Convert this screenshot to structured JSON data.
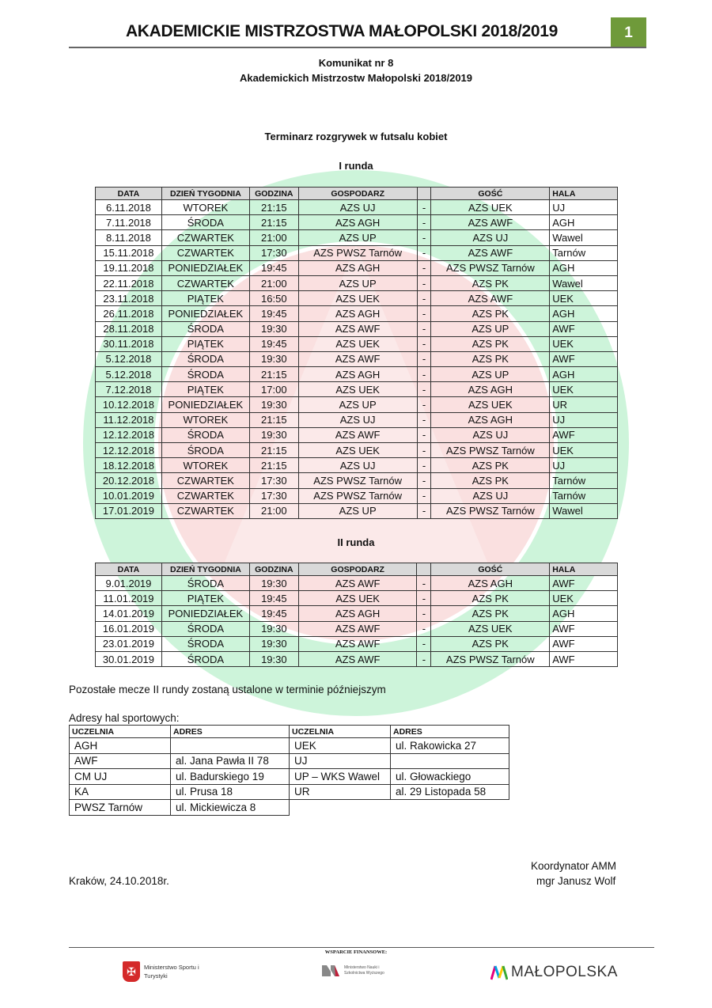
{
  "header": {
    "title": "AKADEMICKIE MISTRZOSTWA MAŁOPOLSKI 2018/2019",
    "page_number": "1"
  },
  "intro": {
    "line1": "Komunikat nr 8",
    "line2": "Akademickich Mistrzostw Małopolski 2018/2019",
    "subtitle": "Terminarz rozgrywek w futsalu kobiet"
  },
  "columns": [
    "DATA",
    "DZIEŃ TYGODNIA",
    "GODZINA",
    "GOSPODARZ",
    "",
    "GOŚĆ",
    "HALA"
  ],
  "round1": {
    "title": "I runda",
    "rows": [
      [
        "6.11.2018",
        "WTOREK",
        "21:15",
        "AZS UJ",
        "-",
        "AZS UEK",
        "UJ"
      ],
      [
        "7.11.2018",
        "ŚRODA",
        "21:15",
        "AZS AGH",
        "-",
        "AZS AWF",
        "AGH"
      ],
      [
        "8.11.2018",
        "CZWARTEK",
        "21:00",
        "AZS UP",
        "-",
        "AZS UJ",
        "Wawel"
      ],
      [
        "15.11.2018",
        "CZWARTEK",
        "17:30",
        "AZS PWSZ Tarnów",
        "-",
        "AZS AWF",
        "Tarnów"
      ],
      [
        "19.11.2018",
        "PONIEDZIAŁEK",
        "19:45",
        "AZS AGH",
        "-",
        "AZS PWSZ Tarnów",
        "AGH"
      ],
      [
        "22.11.2018",
        "CZWARTEK",
        "21:00",
        "AZS UP",
        "-",
        "AZS PK",
        "Wawel"
      ],
      [
        "23.11.2018",
        "PIĄTEK",
        "16:50",
        "AZS UEK",
        "-",
        "AZS AWF",
        "UEK"
      ],
      [
        "26.11.2018",
        "PONIEDZIAŁEK",
        "19:45",
        "AZS AGH",
        "-",
        "AZS PK",
        "AGH"
      ],
      [
        "28.11.2018",
        "ŚRODA",
        "19:30",
        "AZS AWF",
        "-",
        "AZS UP",
        "AWF"
      ],
      [
        "30.11.2018",
        "PIĄTEK",
        "19:45",
        "AZS UEK",
        "-",
        "AZS PK",
        "UEK"
      ],
      [
        "5.12.2018",
        "ŚRODA",
        "19:30",
        "AZS AWF",
        "-",
        "AZS PK",
        "AWF"
      ],
      [
        "5.12.2018",
        "ŚRODA",
        "21:15",
        "AZS AGH",
        "-",
        "AZS UP",
        "AGH"
      ],
      [
        "7.12.2018",
        "PIĄTEK",
        "17:00",
        "AZS UEK",
        "-",
        "AZS AGH",
        "UEK"
      ],
      [
        "10.12.2018",
        "PONIEDZIAŁEK",
        "19:30",
        "AZS UP",
        "-",
        "AZS UEK",
        "UR"
      ],
      [
        "11.12.2018",
        "WTOREK",
        "21:15",
        "AZS UJ",
        "-",
        "AZS AGH",
        "UJ"
      ],
      [
        "12.12.2018",
        "ŚRODA",
        "19:30",
        "AZS AWF",
        "-",
        "AZS UJ",
        "AWF"
      ],
      [
        "12.12.2018",
        "ŚRODA",
        "21:15",
        "AZS UEK",
        "-",
        "AZS PWSZ Tarnów",
        "UEK"
      ],
      [
        "18.12.2018",
        "WTOREK",
        "21:15",
        "AZS UJ",
        "-",
        "AZS PK",
        "UJ"
      ],
      [
        "20.12.2018",
        "CZWARTEK",
        "17:30",
        "AZS PWSZ Tarnów",
        "-",
        "AZS PK",
        "Tarnów"
      ],
      [
        "10.01.2019",
        "CZWARTEK",
        "17:30",
        "AZS PWSZ Tarnów",
        "-",
        "AZS UJ",
        "Tarnów"
      ],
      [
        "17.01.2019",
        "CZWARTEK",
        "21:00",
        "AZS UP",
        "-",
        "AZS PWSZ Tarnów",
        "Wawel"
      ]
    ]
  },
  "round2": {
    "title": "II runda",
    "rows": [
      [
        "9.01.2019",
        "ŚRODA",
        "19:30",
        "AZS AWF",
        "-",
        "AZS AGH",
        "AWF"
      ],
      [
        "11.01.2019",
        "PIĄTEK",
        "19:45",
        "AZS UEK",
        "-",
        "AZS PK",
        "UEK"
      ],
      [
        "14.01.2019",
        "PONIEDZIAŁEK",
        "19:45",
        "AZS AGH",
        "-",
        "AZS PK",
        "AGH"
      ],
      [
        "16.01.2019",
        "ŚRODA",
        "19:30",
        "AZS AWF",
        "-",
        "AZS UEK",
        "AWF"
      ],
      [
        "23.01.2019",
        "ŚRODA",
        "19:30",
        "AZS AWF",
        "-",
        "AZS PK",
        "AWF"
      ],
      [
        "30.01.2019",
        "ŚRODA",
        "19:30",
        "AZS AWF",
        "-",
        "AZS PWSZ Tarnów",
        "AWF"
      ]
    ]
  },
  "note": "Pozostałe mecze II rundy zostaną ustalone w terminie późniejszym",
  "addresses": {
    "title": "Adresy hal sportowych:",
    "columns": [
      "UCZELNIA",
      "ADRES",
      "UCZELNIA",
      "ADRES"
    ],
    "rows": [
      [
        "AGH",
        "",
        "UEK",
        "ul. Rakowicka 27"
      ],
      [
        "AWF",
        "al. Jana Pawła II 78",
        "UJ",
        ""
      ],
      [
        "CM UJ",
        "ul. Badurskiego 19",
        "UP – WKS Wawel",
        "ul. Głowackiego"
      ],
      [
        "KA",
        "ul. Prusa 18",
        "UR",
        "al. 29 Listopada 58"
      ],
      [
        "PWSZ Tarnów",
        "ul. Mickiewicza 8",
        null,
        null
      ]
    ]
  },
  "signature": {
    "place_date": "Kraków, 24.10.2018r.",
    "role": "Koordynator AMM",
    "name": "mgr Janusz Wolf"
  },
  "footer": {
    "support_label": "WSPARCIE FINANSOWE:",
    "sponsors": [
      "Ministerstwo Sportu i Turystyki",
      "Ministerstwo Nauki i Szkolnictwa Wyższego",
      "MAŁOPOLSKA"
    ]
  },
  "colors": {
    "accent": "#6f9a3a",
    "wm_green": "#c9f5d8",
    "wm_red": "#f6c9c9"
  }
}
